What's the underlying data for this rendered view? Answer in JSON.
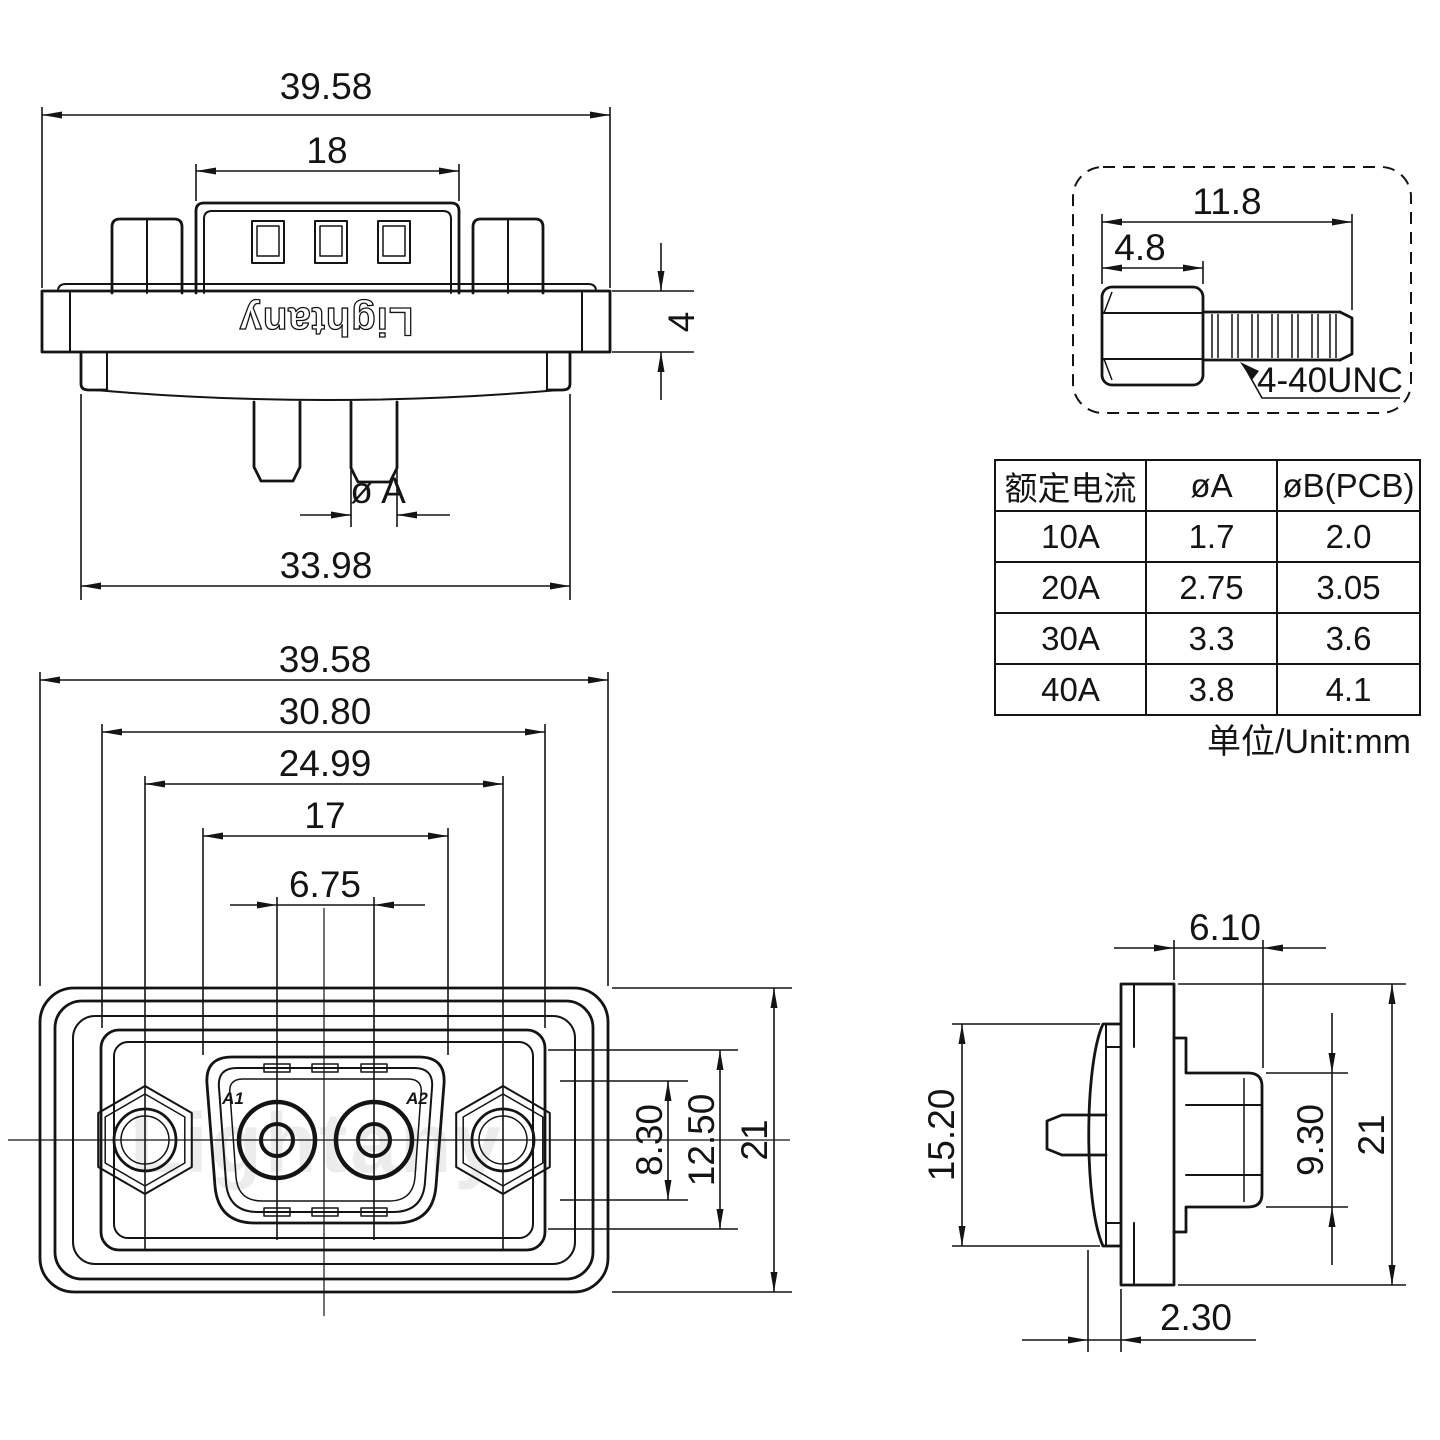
{
  "top_view": {
    "dim_total_width": "39.58",
    "dim_shell_width": "18",
    "dim_flange_thickness": "4",
    "dim_pin_dia": "ø A",
    "dim_body_width": "33.98",
    "brand_engraving": "Lightany"
  },
  "screw_detail": {
    "dim_total_length": "11.8",
    "dim_head_length": "4.8",
    "thread_label": "4-40UNC"
  },
  "spec_table": {
    "headers": [
      "额定电流",
      "øA",
      "øB(PCB)"
    ],
    "rows": [
      [
        "10A",
        "1.7",
        "2.0"
      ],
      [
        "20A",
        "2.75",
        "3.05"
      ],
      [
        "30A",
        "3.3",
        "3.6"
      ],
      [
        "40A",
        "3.8",
        "4.1"
      ]
    ],
    "unit_note": "单位/Unit:mm"
  },
  "front_view": {
    "dim_total_width": "39.58",
    "dim_body_width": "30.80",
    "dim_mount_spacing": "24.99",
    "dim_insert_width": "17",
    "dim_pin_spacing": "6.75",
    "dim_insert_height": "8.30",
    "dim_body_height": "12.50",
    "dim_total_height": "21",
    "pin_labels": [
      "A1",
      "A2"
    ],
    "watermark": "Lightany"
  },
  "side_view": {
    "dim_rear_depth": "6.10",
    "dim_insulator_height": "15.20",
    "dim_rear_height": "9.30",
    "dim_total_height": "21",
    "dim_front_gap": "2.30"
  }
}
